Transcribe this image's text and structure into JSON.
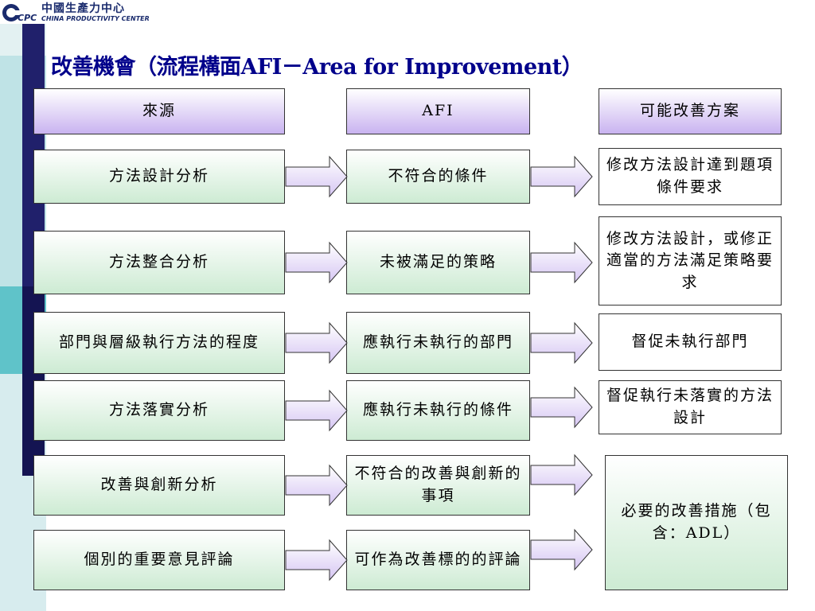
{
  "logo": {
    "mark": "CPC",
    "name_zh": "中國生產力中心",
    "name_en": "CHINA PRODUCTIVITY CENTER"
  },
  "title": "改善機會（流程構面AFI－Area for Improvement）",
  "headers": {
    "source": "來源",
    "afi": "AFI",
    "options": "可能改善方案"
  },
  "rows": [
    {
      "source": "方法設計分析",
      "afi": "不符合的條件",
      "options": "修改方法設計達到題項條件要求"
    },
    {
      "source": "方法整合分析",
      "afi": "未被滿足的策略",
      "options": "修改方法設計，或修正適當的方法滿足策略要求"
    },
    {
      "source": "部門與層級執行方法的程度",
      "afi": "應執行未執行的部門",
      "options": "督促未執行部門"
    },
    {
      "source": "方法落實分析",
      "afi": "應執行未執行的條件",
      "options": "督促執行未落實的方法設計"
    },
    {
      "source": "改善與創新分析",
      "afi": "不符合的改善與創新的事項"
    },
    {
      "source": "個別的重要意見評論",
      "afi": "可作為改善標的的評論"
    }
  ],
  "merged_option": "必要的改善措施（包含：ADL）"
}
